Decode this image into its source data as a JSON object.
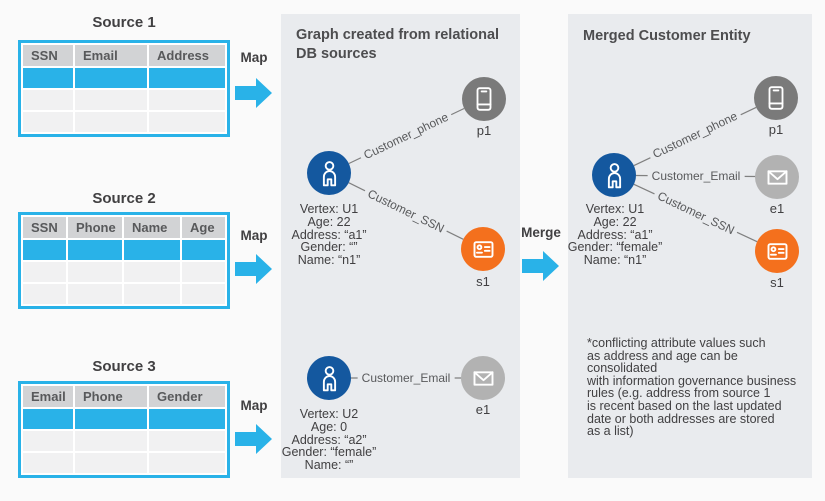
{
  "colors": {
    "page_bg": "#fafafa",
    "panel_bg": "#e9ebee",
    "blue": "#29b2e8",
    "node_blue": "#14589f",
    "node_orange": "#f4701d",
    "gray_dark": "#7a7a7a",
    "gray_light": "#b2b2b2",
    "header_bg": "#d2d3d5",
    "row_bg": "#f1f1f2",
    "line": "#808080",
    "text_dark": "#414042",
    "text_title": "#4d4d4f"
  },
  "sources": [
    {
      "title": "Source 1",
      "headers": [
        "SSN",
        "Email",
        "Address"
      ],
      "map_label": "Map"
    },
    {
      "title": "Source 2",
      "headers": [
        "SSN",
        "Phone",
        "Name",
        "Age"
      ],
      "map_label": "Map"
    },
    {
      "title": "Source 3",
      "headers": [
        "Email",
        "Phone",
        "Gender"
      ],
      "map_label": "Map"
    }
  ],
  "merge_label": "Merge",
  "graph_panel": {
    "title": "Graph created from relational\nDB sources",
    "u1_info": "Vertex: U1\nAge: 22\nAddress: “a1”\nGender: “”\nName: “n1”",
    "u2_info": "Vertex: U2\nAge: 0\nAddress: “a2”\nGender: “female”\nName: “”",
    "edges": {
      "phone": "Customer_phone",
      "ssn": "Customer_SSN",
      "email": "Customer_Email"
    },
    "nodes": {
      "p1": "p1",
      "s1": "s1",
      "e1": "e1"
    }
  },
  "merged_panel": {
    "title": "Merged Customer Entity",
    "u1_info": "Vertex: U1\nAge: 22\nAddress: “a1”\nGender: “female”\nName: “n1”",
    "edges": {
      "phone": "Customer_phone",
      "ssn": "Customer_SSN",
      "email": "Customer_Email"
    },
    "nodes": {
      "p1": "p1",
      "s1": "s1",
      "e1": "e1"
    },
    "footnote": "*conflicting attribute values such\nas address and age can be consolidated\nwith information governance business\nrules (e.g. address from source 1\nis recent based on the last updated\ndate or both addresses are stored\nas a list)"
  }
}
